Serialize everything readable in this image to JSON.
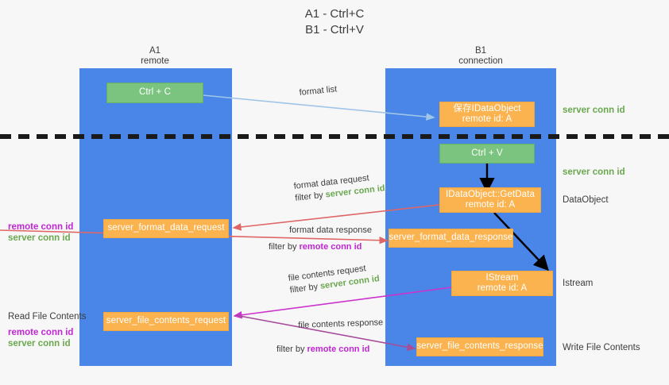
{
  "title": {
    "line1": "A1 - Ctrl+C",
    "line2": "B1 - Ctrl+V"
  },
  "colors": {
    "lane": "#4a86e8",
    "green_node": "#7bc47f",
    "orange_node": "#fbb350",
    "server_conn_id": "#6aa84f",
    "remote_conn_id": "#c026d3",
    "arrow_blue": "#9fc5e8",
    "arrow_red": "#e06666",
    "arrow_magenta": "#cc33cc",
    "arrow_purple": "#a64d9a",
    "arrow_black": "#000000",
    "background": "#f7f7f7"
  },
  "columns": [
    {
      "name": "A1",
      "sub": "remote"
    },
    {
      "name": "B1",
      "sub": "connection"
    }
  ],
  "nodes": {
    "ctrl_c": {
      "label": "Ctrl + C"
    },
    "save_idataobject": {
      "line1": "保存IDataObject",
      "line2": "remote id: A"
    },
    "ctrl_v": {
      "label": "Ctrl + V"
    },
    "getdata": {
      "line1": "IDataObject::GetData",
      "line2": "remote id: A"
    },
    "server_format_data_request": {
      "label": "server_format_data_request"
    },
    "server_format_data_response": {
      "label": "server_format_data_response"
    },
    "istream": {
      "line1": "IStream",
      "line2": "remote id: A"
    },
    "server_file_contents_request": {
      "label": "server_file_contents_request"
    },
    "server_file_contents_response": {
      "label": "server_file_contents_response"
    }
  },
  "edge_labels": {
    "format_list": "format list",
    "format_data_request": "format data request",
    "format_data_request_filter_prefix": "filter by ",
    "format_data_request_filter_value": "server conn id",
    "format_data_response": "format data response",
    "format_data_response_filter_prefix": "filter by ",
    "format_data_response_filter_value": "remote conn id",
    "file_contents_request": "file contents request",
    "file_contents_request_filter_prefix": "filter by ",
    "file_contents_request_filter_value": "server conn id",
    "file_contents_response": "file contents response",
    "file_contents_response_filter_prefix": "filter by ",
    "file_contents_response_filter_value": "remote conn id"
  },
  "right_labels": {
    "server_conn_id_top": "server conn id",
    "server_conn_id_mid": "server conn id",
    "dataobject": "DataObject",
    "istream": "Istream",
    "write_file_contents": "Write File Contents"
  },
  "left_labels": {
    "remote_conn_id_1": "remote conn id",
    "server_conn_id_1": "server conn id",
    "read_file_contents": "Read File Contents",
    "remote_conn_id_2": "remote conn id",
    "server_conn_id_2": "server conn id"
  }
}
